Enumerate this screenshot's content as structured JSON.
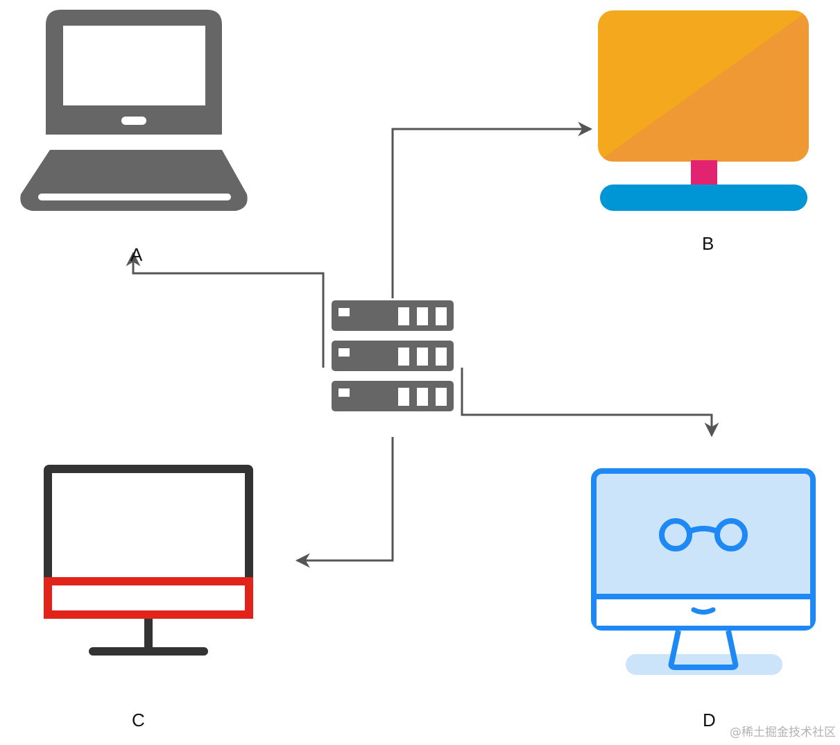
{
  "nodes": {
    "a": {
      "label": "A",
      "icon": "laptop-icon"
    },
    "b": {
      "label": "B",
      "icon": "monitor-icon"
    },
    "c": {
      "label": "C",
      "icon": "desktop-monitor-icon"
    },
    "d": {
      "label": "D",
      "icon": "computer-glasses-icon"
    },
    "hub": {
      "icon": "server-stack-icon"
    }
  },
  "edges": [
    {
      "from": "hub",
      "to": "a"
    },
    {
      "from": "hub",
      "to": "b"
    },
    {
      "from": "hub",
      "to": "c"
    },
    {
      "from": "hub",
      "to": "d"
    }
  ],
  "watermark": "@稀土掘金技术社区",
  "colors": {
    "connector": "#555555",
    "laptop": "#666666",
    "server": "#666666",
    "monitor_b_screen": "#F3A81D",
    "monitor_b_screen_shade": "#EE9933",
    "monitor_b_neck": "#E2236F",
    "monitor_b_stand": "#0095D4",
    "monitor_c_frame": "#333333",
    "monitor_c_chin": "#E2231A",
    "monitor_d_outline": "#1E88F5",
    "monitor_d_screen": "#CCE4FA"
  }
}
